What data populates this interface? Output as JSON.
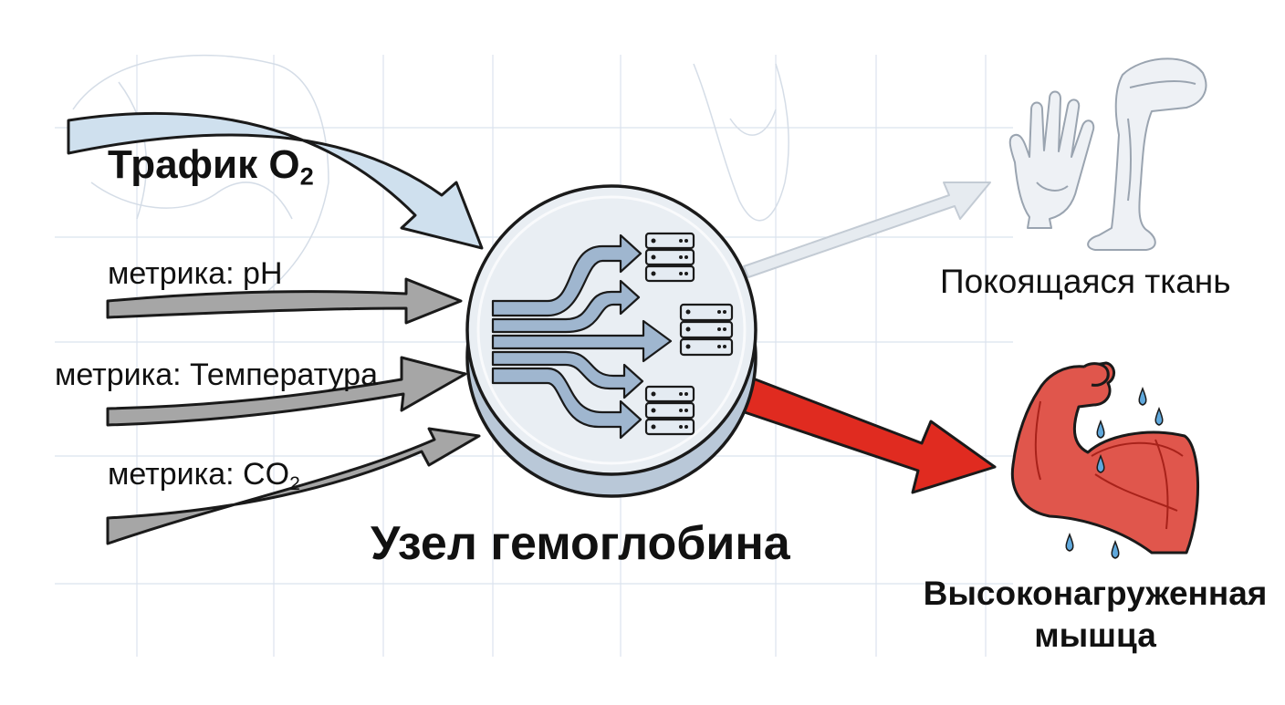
{
  "inputs": {
    "o2": {
      "text": "Трафик O",
      "sub": "2"
    },
    "ph": {
      "text": "метрика: pH"
    },
    "temperature": {
      "text": "метрика: Температура"
    },
    "co2": {
      "text": "метрика: CO",
      "sub": "2"
    }
  },
  "node": {
    "title": "Узел гемоглобина"
  },
  "outputs": {
    "resting": {
      "label": "Покоящаяся ткань"
    },
    "working": {
      "label_line1": "Высоконагруженная",
      "label_line2": "мышца"
    }
  },
  "colors": {
    "o2_arrow": "#cfe0ee",
    "metric_arrow": "#a6a6a6",
    "rest_arrow": "#e6ebf0",
    "work_arrow": "#e02b20",
    "node_face": "#e9eef3",
    "routing": "#9fb6cf",
    "outline": "#1a1a1a"
  },
  "icons": [
    "hand-icon",
    "leg-icon",
    "server-icon",
    "flexed-arm-icon",
    "sweat-drop-icon"
  ]
}
